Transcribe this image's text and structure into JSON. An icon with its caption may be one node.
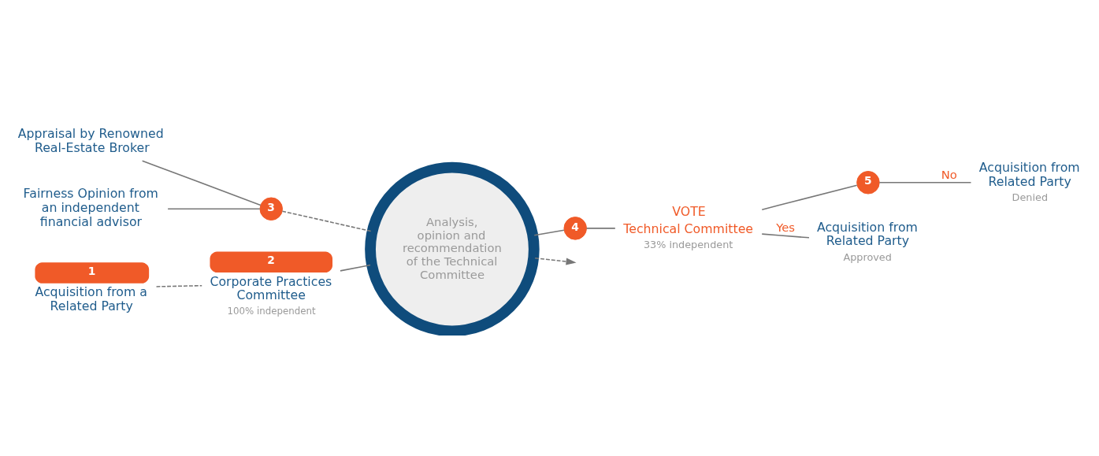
{
  "diagram": {
    "nodes": [
      {
        "text": [
          "Fairness Opinion from an independent financial advisor"
        ]
      },
      {
        "text": [
          "Appraisal by Renowned Real-Estate Broker"
        ]
      },
      {
        "text": [
          "3"
        ]
      },
      {
        "text": [
          "1",
          "Acquisition from a Related Party"
        ]
      },
      {
        "text": [
          "2",
          "Corporate Practices Committee",
          "100% independent"
        ]
      },
      {
        "text": [
          "Analysis, opinion and recommendation of the Technical Committee"
        ]
      },
      {
        "text": [
          "4"
        ]
      },
      {
        "text": [
          "VOTE",
          "Technical Committee",
          "33% independent"
        ]
      },
      {
        "text": [
          "5"
        ]
      },
      {
        "text": [
          "Acquisition from Related Party",
          "Approved"
        ]
      },
      {
        "text": [
          "Acquisition from Related Party",
          "Denied"
        ]
      }
    ],
    "edges": [
      {
        "from": 0,
        "to": 2,
        "arrow": "none"
      },
      {
        "from": 1,
        "to": 2,
        "arrow": "none"
      },
      {
        "from": 2,
        "to": 5,
        "arrow": "none",
        "style": "dashed"
      },
      {
        "from": 3,
        "to": 4,
        "arrow": "none",
        "style": "dashed"
      },
      {
        "from": 4,
        "to": 5,
        "arrow": "none"
      },
      {
        "from": 5,
        "to": 6,
        "arrow": "none"
      },
      {
        "from": 5,
        "to": null,
        "arrow": "to",
        "style": "dashed"
      },
      {
        "from": 6,
        "to": 7,
        "arrow": "none"
      },
      {
        "from": 7,
        "to": 9,
        "arrow": "none",
        "label": "Yes"
      },
      {
        "from": 7,
        "to": 8,
        "arrow": "none"
      },
      {
        "from": 8,
        "to": 10,
        "arrow": "none",
        "label": "No"
      }
    ]
  }
}
